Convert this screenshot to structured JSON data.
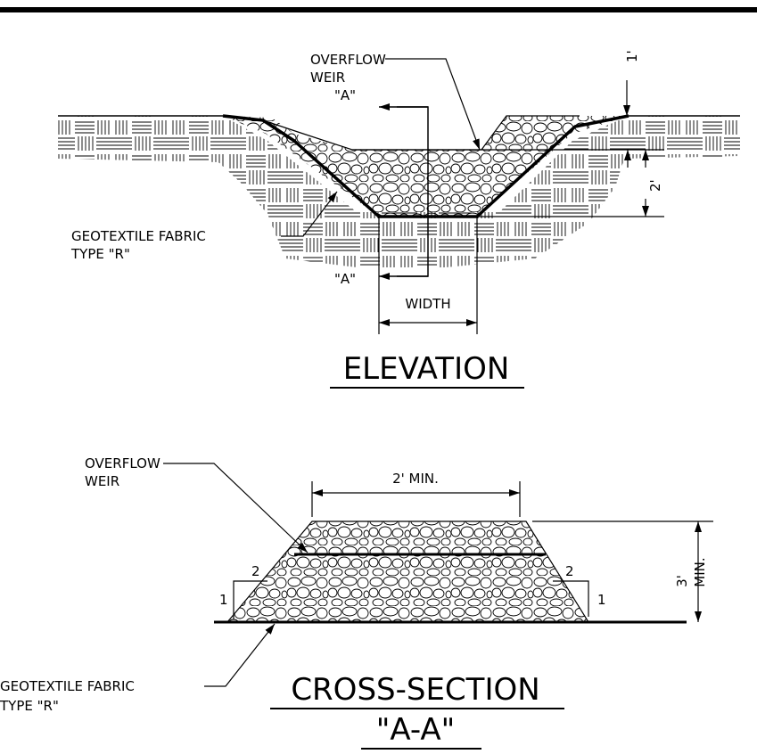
{
  "elevation": {
    "overflow_weir_label": [
      "OVERFLOW",
      "WEIR"
    ],
    "section_marker_top": "\"A\"",
    "section_marker_bottom": "\"A\"",
    "geotextile_label": [
      "GEOTEXTILE FABRIC",
      "TYPE \"R\""
    ],
    "width_label": "WIDTH",
    "dim_one_foot": "1'",
    "dim_two_feet": "2'",
    "title": "ELEVATION"
  },
  "cross_section": {
    "overflow_weir_label": [
      "OVERFLOW",
      "WEIR"
    ],
    "top_width_label": "2' MIN.",
    "slope_left_run": "2",
    "slope_left_rise": "1",
    "slope_right_run": "2",
    "slope_right_rise": "1",
    "height_label": [
      "3'",
      "MIN."
    ],
    "geotextile_label": [
      "GEOTEXTILE FABRIC",
      "TYPE \"R\""
    ],
    "title": "CROSS-SECTION",
    "subtitle": "\"A-A\""
  }
}
